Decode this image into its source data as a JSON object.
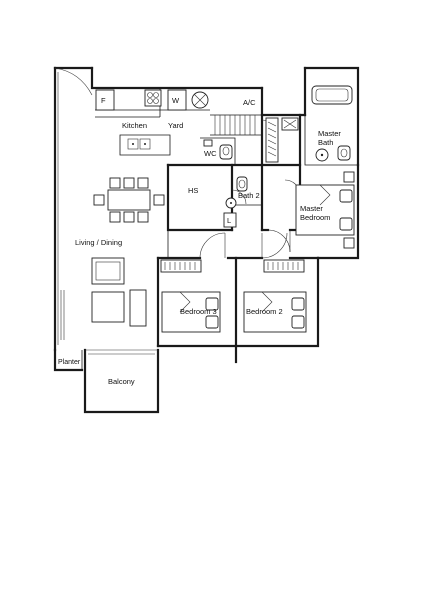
{
  "rooms": {
    "kitchen": "Kitchen",
    "yard": "Yard",
    "ac": "A/C",
    "master_bath_line1": "Master",
    "master_bath_line2": "Bath",
    "wc": "WC",
    "hs": "HS",
    "bath2": "Bath 2",
    "master_bedroom_line1": "Master",
    "master_bedroom_line2": "Bedroom",
    "living_dining": "Living / Dining",
    "bedroom3": "Bedroom 3",
    "bedroom2": "Bedroom 2",
    "planter": "Planter",
    "balcony": "Balcony"
  },
  "fixtures": {
    "fridge": "F",
    "washer": "W",
    "linen": "L"
  }
}
